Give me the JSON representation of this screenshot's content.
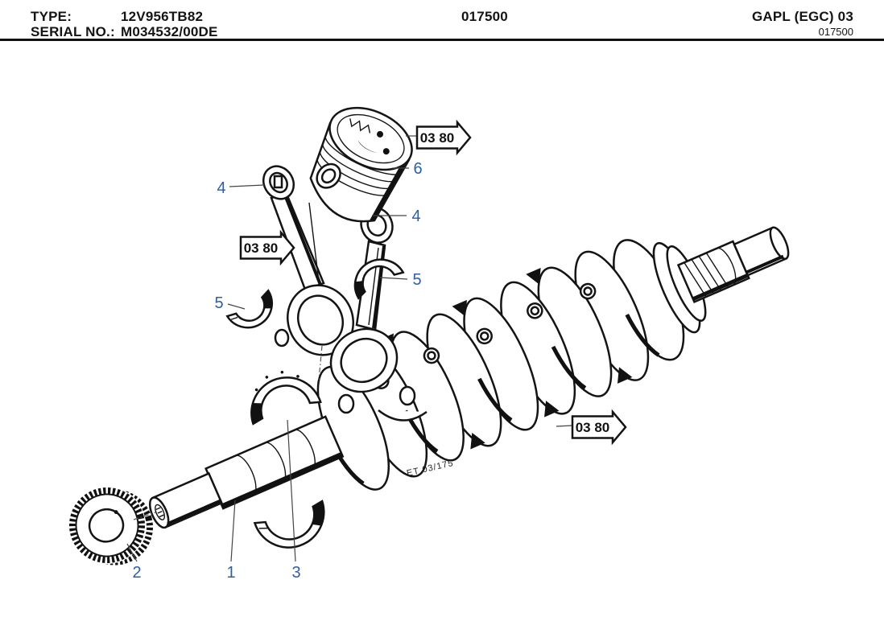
{
  "header": {
    "type_label": "TYPE:",
    "type_value": "12V956TB82",
    "serial_label": "SERIAL NO.:",
    "serial_value": "M034532/00DE",
    "doc_number": "017500",
    "group_code": "GAPL (EGC) 03",
    "page_number": "017500"
  },
  "diagram": {
    "footnote": "ET 03/175",
    "callouts": [
      {
        "id": "piston-group-ref",
        "label": "03 80"
      },
      {
        "id": "conrod-group-ref",
        "label": "03 80"
      },
      {
        "id": "crankshaft-group-ref",
        "label": "03 80"
      }
    ],
    "part_labels": [
      {
        "number": "1",
        "part": "crankshaft"
      },
      {
        "number": "2",
        "part": "gear"
      },
      {
        "number": "3",
        "part": "main-bearing-shells"
      },
      {
        "number": "4",
        "part": "connecting-rod-left"
      },
      {
        "number": "4",
        "part": "connecting-rod-right"
      },
      {
        "number": "5",
        "part": "conrod-bearing-left"
      },
      {
        "number": "5",
        "part": "conrod-bearing-right"
      },
      {
        "number": "6",
        "part": "piston"
      }
    ],
    "colors": {
      "label_blue": "#2e5ea7",
      "line_black": "#141414"
    }
  }
}
